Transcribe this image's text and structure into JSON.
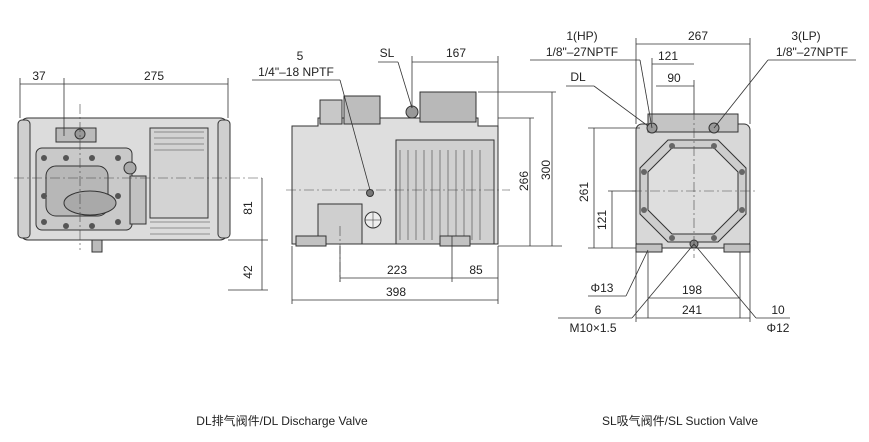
{
  "left_view": {
    "dims": {
      "width_top": "37",
      "length_top": "275",
      "height_right": "81",
      "height_bottom": "42"
    }
  },
  "middle_view": {
    "port5_num": "5",
    "port5_thread": "1/4\"–18 NPTF",
    "sl_label": "SL",
    "dims": {
      "top_167": "167",
      "v266": "266",
      "v300": "300",
      "h223": "223",
      "h85": "85",
      "h398": "398"
    }
  },
  "right_view": {
    "port_hp_num": "1(HP)",
    "port_hp_thread": "1/8\"–27NPTF",
    "port_lp_num": "3(LP)",
    "port_lp_thread": "1/8\"–27NPTF",
    "dl_label": "DL",
    "dims": {
      "top_267": "267",
      "top_121": "121",
      "top_90": "90",
      "v261": "261",
      "v121": "121",
      "phi13": "Φ13",
      "h198": "198",
      "h241": "241",
      "bolt_num": "6",
      "bolt_thread": "M10×1.5",
      "hole_num": "10",
      "phi12": "Φ12"
    }
  },
  "captions": {
    "dl": "DL排气阀件/DL Discharge Valve",
    "sl": "SL吸气阀件/SL Suction Valve"
  }
}
